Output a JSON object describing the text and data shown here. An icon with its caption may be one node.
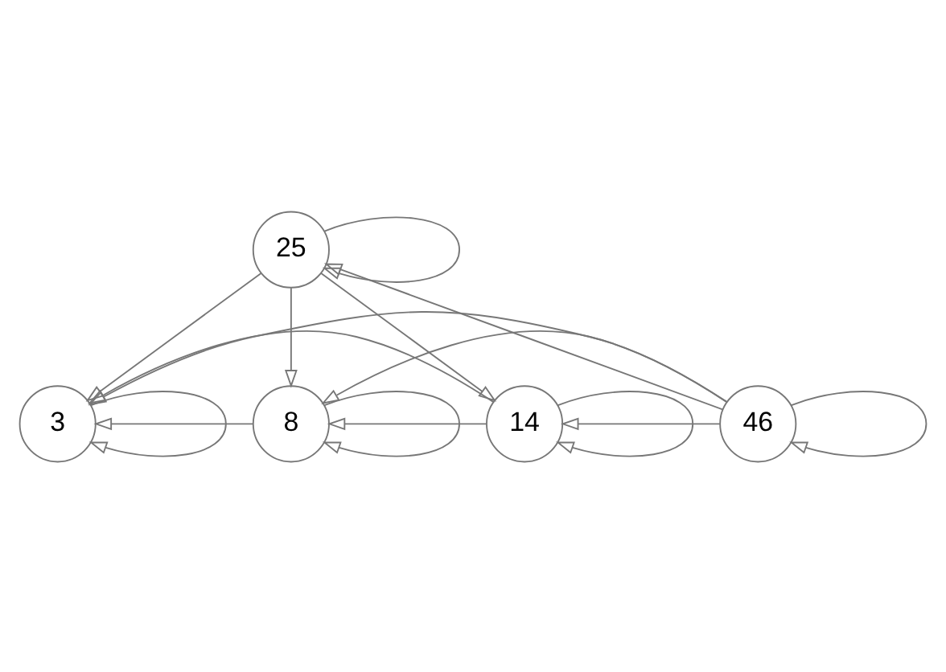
{
  "diagram": {
    "nodes": [
      {
        "text": [
          "25"
        ]
      },
      {
        "text": [
          "3"
        ]
      },
      {
        "text": [
          "8"
        ]
      },
      {
        "text": [
          "14"
        ]
      },
      {
        "text": [
          "46"
        ]
      }
    ],
    "edges": [
      {
        "from": 0,
        "to": 0,
        "arrow": "to"
      },
      {
        "from": 0,
        "to": 1,
        "arrow": "to"
      },
      {
        "from": 0,
        "to": 2,
        "arrow": "to"
      },
      {
        "from": 0,
        "to": 3,
        "arrow": "to"
      },
      {
        "from": 1,
        "to": 1,
        "arrow": "to"
      },
      {
        "from": 2,
        "to": 1,
        "arrow": "to"
      },
      {
        "from": 2,
        "to": 2,
        "arrow": "to"
      },
      {
        "from": 3,
        "to": 1,
        "arrow": "to"
      },
      {
        "from": 3,
        "to": 2,
        "arrow": "to"
      },
      {
        "from": 3,
        "to": 3,
        "arrow": "to"
      },
      {
        "from": 4,
        "to": 0,
        "arrow": "to"
      },
      {
        "from": 4,
        "to": 1,
        "arrow": "to"
      },
      {
        "from": 4,
        "to": 2,
        "arrow": "to"
      },
      {
        "from": 4,
        "to": 3,
        "arrow": "to"
      },
      {
        "from": 4,
        "to": 4,
        "arrow": "to"
      }
    ]
  }
}
